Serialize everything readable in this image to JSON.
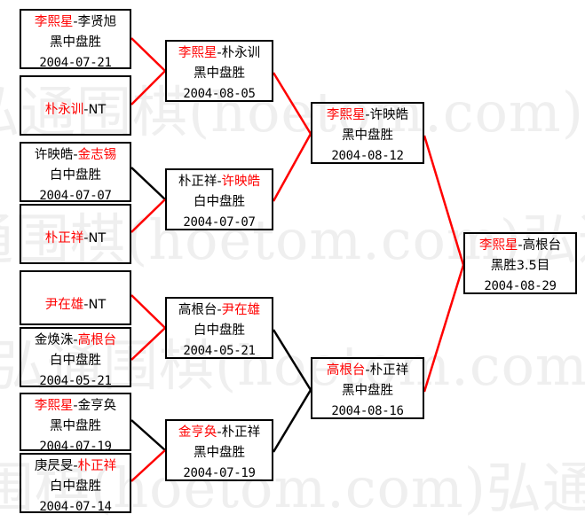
{
  "page": {
    "title": "围棋赛事对阵表",
    "watermark_text": "弘通围棋(hoetom.com)",
    "colors": {
      "winner_highlight": "#ff0000",
      "loser_text": "#000000",
      "box_border": "#000000",
      "red_link": "#ff0000",
      "black_link": "#000000",
      "background": "#ffffff",
      "watermark": "#efefef"
    }
  },
  "bracket": {
    "rounds": [
      {
        "name": "round-1",
        "matches": [
          {
            "id": "r1m1",
            "left": "李熙星",
            "sep": "-",
            "right": "李贤旭",
            "left_winner": true,
            "result": "黑中盘胜",
            "date": "2004-07-21",
            "bye": false
          },
          {
            "id": "r1m2",
            "left": "朴永训",
            "sep": "-",
            "right": "NT",
            "left_winner": true,
            "result": "",
            "date": "",
            "bye": true
          },
          {
            "id": "r1m3",
            "left": "许映皓",
            "sep": "-",
            "right": "金志锡",
            "left_winner": false,
            "result": "白中盘胜",
            "date": "2004-07-07",
            "bye": false
          },
          {
            "id": "r1m4",
            "left": "朴正祥",
            "sep": "-",
            "right": "NT",
            "left_winner": true,
            "result": "",
            "date": "",
            "bye": true
          },
          {
            "id": "r1m5",
            "left": "尹在雄",
            "sep": "-",
            "right": "NT",
            "left_winner": true,
            "result": "",
            "date": "",
            "bye": true
          },
          {
            "id": "r1m6",
            "left": "金焕洙",
            "sep": "-",
            "right": "高根台",
            "left_winner": false,
            "result": "白中盘胜",
            "date": "2004-05-21",
            "bye": false
          },
          {
            "id": "r1m7",
            "left": "李熙星",
            "sep": "-",
            "right": "金亨奂",
            "left_winner": true,
            "result": "黑中盘胜",
            "date": "2004-07-19",
            "bye": false
          },
          {
            "id": "r1m8",
            "left": "庚昃旻",
            "sep": "-",
            "right": "朴正祥",
            "left_winner": false,
            "result": "白中盘胜",
            "date": "2004-07-14",
            "bye": false
          }
        ]
      },
      {
        "name": "round-2",
        "matches": [
          {
            "id": "r2m1",
            "left": "李熙星",
            "sep": "-",
            "right": "朴永训",
            "left_winner": true,
            "result": "黑中盘胜",
            "date": "2004-08-05",
            "bye": false
          },
          {
            "id": "r2m2",
            "left": "朴正祥",
            "sep": "-",
            "right": "许映皓",
            "left_winner": false,
            "result": "白中盘胜",
            "date": "2004-07-07",
            "bye": false
          },
          {
            "id": "r2m3",
            "left": "高根台",
            "sep": "-",
            "right": "尹在雄",
            "left_winner": false,
            "result": "白中盘胜",
            "date": "2004-05-21",
            "bye": false
          },
          {
            "id": "r2m4",
            "left": "金亨奂",
            "sep": "-",
            "right": "朴正祥",
            "left_winner": true,
            "result": "黑中盘胜",
            "date": "2004-07-19",
            "bye": false
          }
        ]
      },
      {
        "name": "round-3",
        "matches": [
          {
            "id": "r3m1",
            "left": "李熙星",
            "sep": "-",
            "right": "许映皓",
            "left_winner": true,
            "result": "黑中盘胜",
            "date": "2004-08-12",
            "bye": false
          },
          {
            "id": "r3m2",
            "left": "高根台",
            "sep": "-",
            "right": "朴正祥",
            "left_winner": true,
            "result": "黑中盘胜",
            "date": "2004-08-16",
            "bye": false
          }
        ]
      },
      {
        "name": "final",
        "matches": [
          {
            "id": "fm1",
            "left": "李熙星",
            "sep": "-",
            "right": "高根台",
            "left_winner": true,
            "result": "黑胜3.5目",
            "date": "2004-08-29",
            "bye": false
          }
        ]
      }
    ]
  }
}
